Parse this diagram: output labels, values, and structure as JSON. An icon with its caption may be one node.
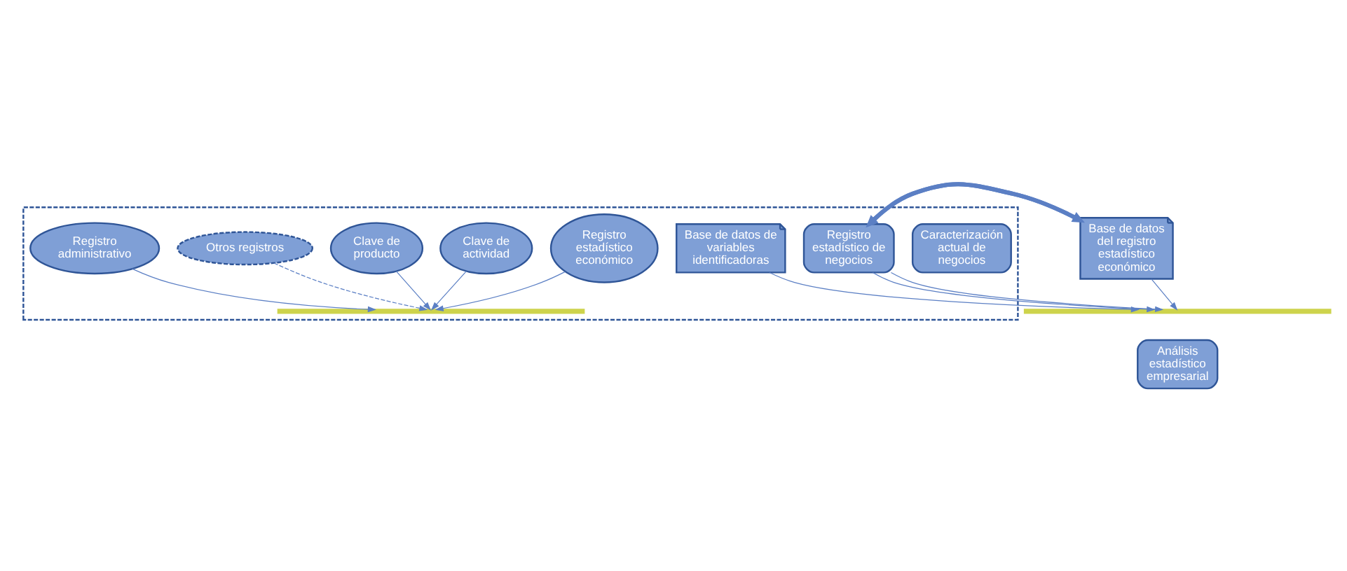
{
  "diagram": {
    "nodes": [
      {
        "text": [],
        "shape": "box"
      },
      {
        "text": [
          "Registro administrativo"
        ],
        "in": 0
      },
      {
        "text": [
          "Registro estadístico económico"
        ],
        "in": 0
      },
      {
        "text": [
          "Clave de actividad"
        ],
        "in": 0
      },
      {
        "text": [
          "Clave de producto"
        ],
        "in": 0
      },
      {
        "text": [
          "Otros registros"
        ],
        "in": 0
      },
      {
        "text": [],
        "shape": "bar",
        "in": 0
      },
      {
        "text": [
          "Base de datos del registro estadístico económico"
        ]
      },
      {
        "text": [
          "Registro estadístico de negocios"
        ],
        "in": 0
      },
      {
        "text": [
          "Base de datos de variables identificadoras"
        ],
        "in": 0
      },
      {
        "text": [],
        "shape": "bar"
      },
      {
        "text": [
          "Análisis estadístico empresarial"
        ]
      },
      {
        "text": [
          "Caracterización actual de negocios"
        ],
        "in": 0
      }
    ],
    "edges": [
      {
        "from": 1,
        "to": 6,
        "arrow": "to"
      },
      {
        "from": 2,
        "to": 6,
        "arrow": "to"
      },
      {
        "from": 3,
        "to": 6,
        "arrow": "to"
      },
      {
        "from": 4,
        "to": 6,
        "arrow": "to"
      },
      {
        "from": 5,
        "to": 6,
        "arrow": "to",
        "style": "dashed"
      },
      {
        "from": 8,
        "to": 7,
        "arrow": "to",
        "style": "thick"
      },
      {
        "from": 7,
        "to": 8,
        "arrow": "to",
        "style": "thick"
      },
      {
        "from": 7,
        "to": 10,
        "arrow": "to"
      },
      {
        "from": 8,
        "to": 10,
        "arrow": "to"
      },
      {
        "from": 8,
        "to": 10,
        "arrow": "to"
      },
      {
        "from": 9,
        "to": 10,
        "arrow": "to"
      }
    ]
  }
}
